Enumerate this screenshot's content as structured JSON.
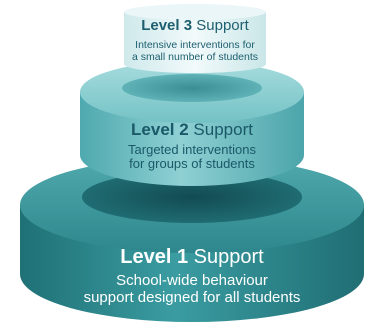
{
  "diagram": {
    "colors": {
      "tier1": "#2f8e93",
      "tier2": "#6dbfc3",
      "tier3": "#d9eef0",
      "text_dark": "#1d5f6f",
      "text_light": "#ffffff"
    },
    "levels": [
      {
        "level_word": "Level 3",
        "support_word": "Support",
        "description_line1": "Intensive interventions for",
        "description_line2": "a small number of students"
      },
      {
        "level_word": "Level 2",
        "support_word": "Support",
        "description_line1": "Targeted interventions",
        "description_line2": "for groups of students"
      },
      {
        "level_word": "Level 1",
        "support_word": "Support",
        "description_line1": "School-wide behaviour",
        "description_line2": "support designed for all students"
      }
    ]
  }
}
